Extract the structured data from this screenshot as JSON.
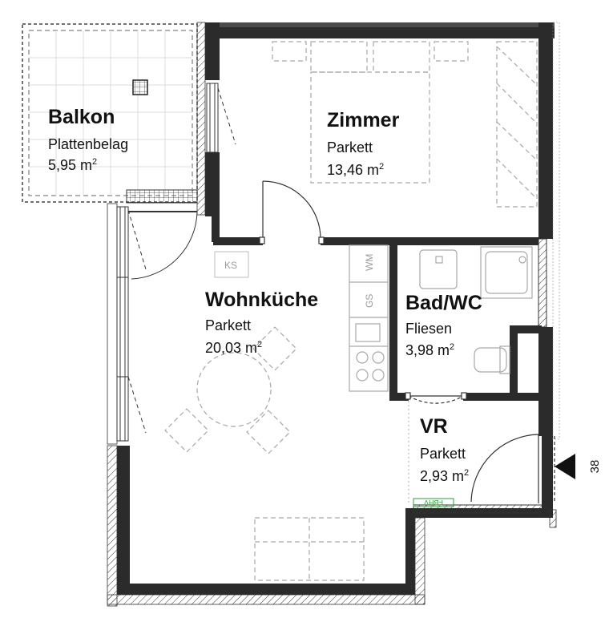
{
  "rooms": {
    "balkon": {
      "name": "Balkon",
      "floor": "Plattenbelag",
      "area": "5,95 m",
      "sup": "2"
    },
    "zimmer": {
      "name": "Zimmer",
      "floor": "Parkett",
      "area": "13,46 m",
      "sup": "2"
    },
    "wohnkueche": {
      "name": "Wohnküche",
      "floor": "Parkett",
      "area": "20,03 m",
      "sup": "2"
    },
    "badwc": {
      "name": "Bad/WC",
      "floor": "Fliesen",
      "area": "3,98 m",
      "sup": "2"
    },
    "vr": {
      "name": "VR",
      "floor": "Parkett",
      "area": "2,93 m",
      "sup": "2"
    }
  },
  "fixtures": {
    "ks": "KS",
    "wm": "WM",
    "gs": "GS",
    "fbhv": "FBHV"
  },
  "entrance": {
    "unit_number": "38"
  },
  "colors": {
    "wall": "#2b2b2b",
    "furniture": "#a8a8a8",
    "fbhv": "#2d9e3a",
    "background": "#ffffff"
  }
}
